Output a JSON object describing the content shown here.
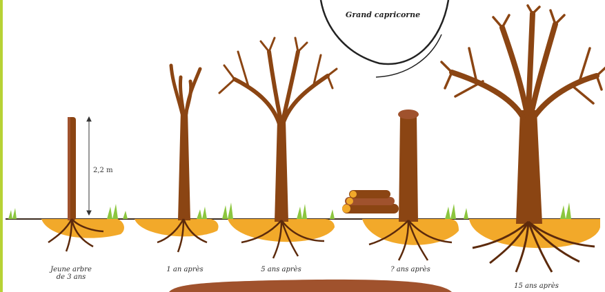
{
  "inset": {
    "caption": "Grand capricorne"
  },
  "measure": {
    "label": "2,2 m"
  },
  "stages": [
    {
      "caption": "Jeune arbre de 3 ans"
    },
    {
      "caption": "1 an après"
    },
    {
      "caption": "5 ans après"
    },
    {
      "caption": "? ans après"
    },
    {
      "caption": "15 ans après"
    }
  ],
  "colors": {
    "accent_bar": "#b7d235",
    "trunk": "#8b4513",
    "trunk_dark": "#5c2a0c",
    "soil": "#f2a92a",
    "grass": "#8cc63f",
    "bottom_band": "#a0522d"
  }
}
